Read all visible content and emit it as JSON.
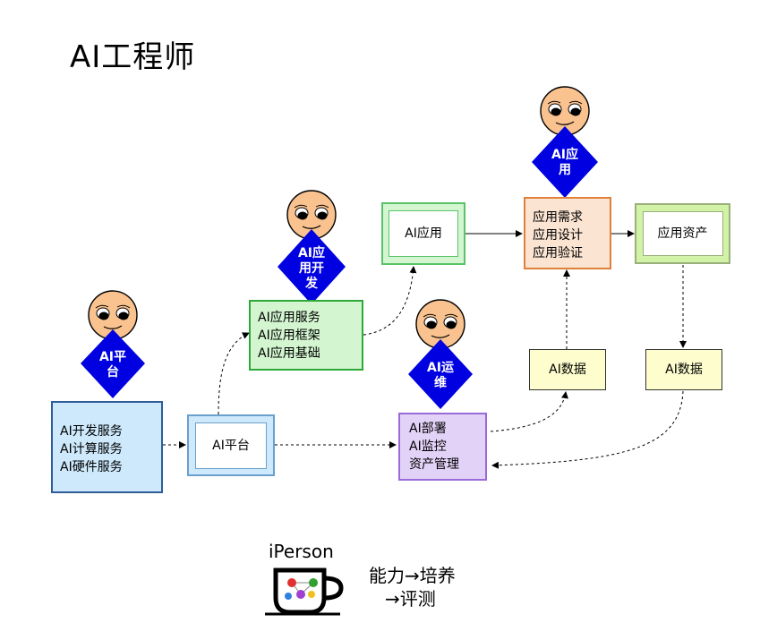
{
  "title": "AI工程师",
  "roles": {
    "platform": [
      "AI平",
      "台"
    ],
    "dev": [
      "AI应",
      "用开",
      "发"
    ],
    "ops": [
      "AI运",
      "维"
    ],
    "app": [
      "AI应",
      "用"
    ]
  },
  "boxes": {
    "platform_services": [
      "AI开发服务",
      "AI计算服务",
      "AI硬件服务"
    ],
    "ai_platform": "AI平台",
    "app_services": [
      "AI应用服务",
      "AI应用框架",
      "AI应用基础"
    ],
    "ai_app": "AI应用",
    "ops_tasks": [
      "AI部署",
      "AI监控",
      "资产管理"
    ],
    "app_tasks": [
      "应用需求",
      "应用设计",
      "应用验证"
    ],
    "app_assets": "应用资产",
    "ai_data_1": "AI数据",
    "ai_data_2": "AI数据"
  },
  "footer": {
    "brand": "iPerson",
    "tagline_1": "能力→培养",
    "tagline_2": "→评测"
  },
  "colors": {
    "blue_box": "#cde9fb",
    "blue_border": "#2e5d9a",
    "green_box": "#d3f5d0",
    "green_border": "#2fa83a",
    "purple_box": "#e3d2f8",
    "purple_border": "#9a6ad8",
    "orange_box": "#fbe4d2",
    "orange_border": "#e0803a",
    "yellow_box": "#fdfdcd",
    "lime_box": "#d2f2a8",
    "diamond": "#0000e0",
    "face": "#f9c28f"
  }
}
